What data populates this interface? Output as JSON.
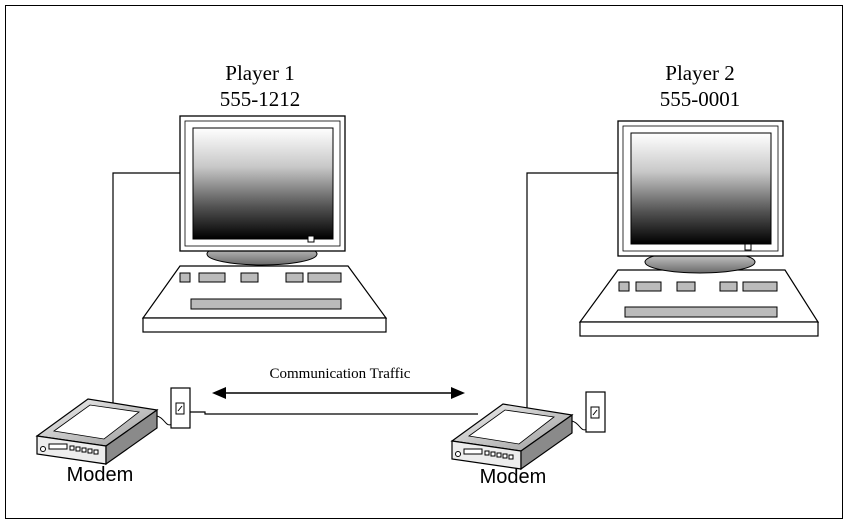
{
  "player1": {
    "name": "Player 1",
    "phone": "555-1212"
  },
  "player2": {
    "name": "Player 2",
    "phone": "555-0001"
  },
  "link": {
    "label": "Communication Traffic"
  },
  "modem1": {
    "label": "Modem"
  },
  "modem2": {
    "label": "Modem"
  }
}
